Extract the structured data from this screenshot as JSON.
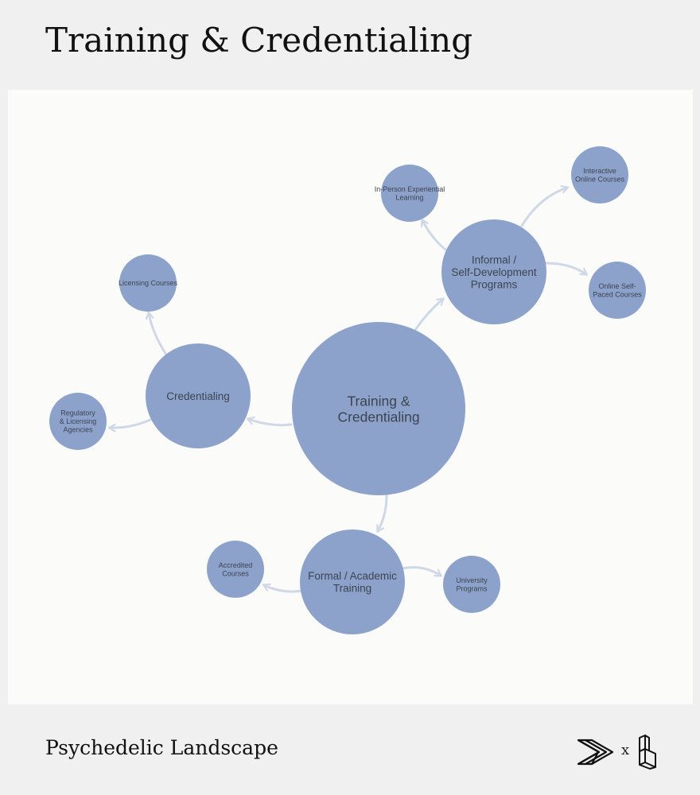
{
  "header": {
    "title": "Training & Credentialing"
  },
  "diagram": {
    "type": "bubble-map",
    "colors": {
      "node_fill": "#8da2cb",
      "connector": "#cfd8e6",
      "text": "#3d4350"
    },
    "central_node": {
      "id": "center",
      "label_lines": [
        "Training &",
        "Credentialing"
      ]
    },
    "nodes": [
      {
        "id": "informal",
        "parent": "center",
        "label_lines": [
          "Informal /",
          "Self-Development",
          "Programs"
        ]
      },
      {
        "id": "inperson",
        "parent": "informal",
        "label_lines": [
          "In-Person Experiential",
          "Learning"
        ]
      },
      {
        "id": "interactive",
        "parent": "informal",
        "label_lines": [
          "Interactive",
          "Online Courses"
        ]
      },
      {
        "id": "selfpaced",
        "parent": "informal",
        "label_lines": [
          "Online Self-",
          "Paced Courses"
        ]
      },
      {
        "id": "credentialing",
        "parent": "center",
        "label_lines": [
          "Credentialing"
        ]
      },
      {
        "id": "licensing",
        "parent": "credentialing",
        "label_lines": [
          "Licensing Courses"
        ]
      },
      {
        "id": "regulatory",
        "parent": "credentialing",
        "label_lines": [
          "Regulatory",
          "& Licensing",
          "Agencies"
        ]
      },
      {
        "id": "formal",
        "parent": "center",
        "label_lines": [
          "Formal / Academic",
          "Training"
        ]
      },
      {
        "id": "accredited",
        "parent": "formal",
        "label_lines": [
          "Accredited",
          "Courses"
        ]
      },
      {
        "id": "university",
        "parent": "formal",
        "label_lines": [
          "University",
          "Programs"
        ]
      }
    ]
  },
  "footer": {
    "brand": "Psychedelic Landscape",
    "logo_separator": "x",
    "logos": [
      "leaf-logo-icon",
      "block-logo-icon"
    ]
  }
}
